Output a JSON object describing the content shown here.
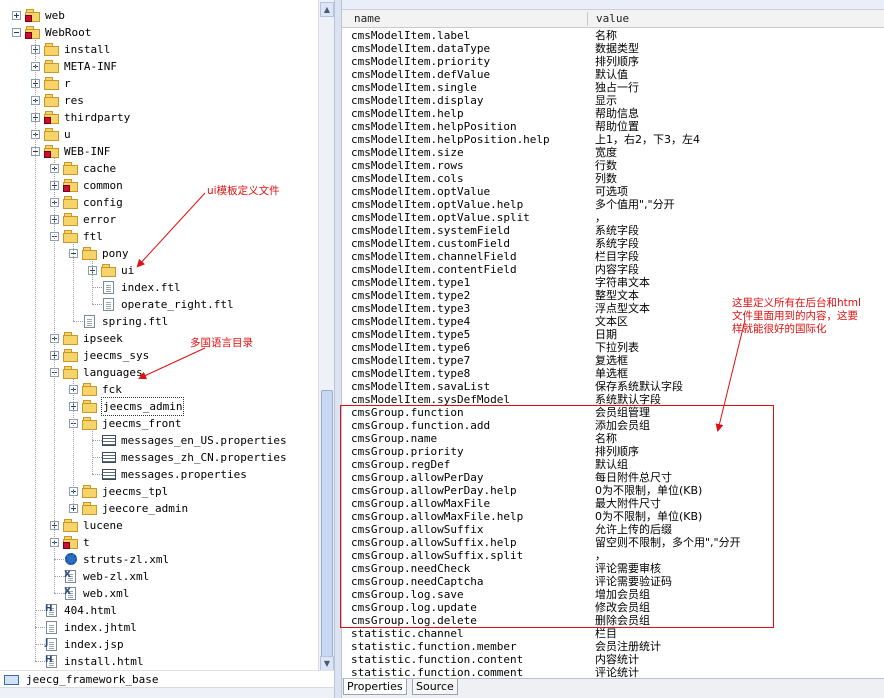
{
  "tree": {
    "items": [
      {
        "label": "web",
        "icon": "folder-error-icon",
        "level": 1,
        "toggle": "plus"
      },
      {
        "label": "WebRoot",
        "icon": "folder-error-icon",
        "level": 1,
        "toggle": "minus"
      },
      {
        "label": "install",
        "icon": "folder-icon",
        "level": 2,
        "toggle": "plus"
      },
      {
        "label": "META-INF",
        "icon": "folder-icon",
        "level": 2,
        "toggle": "plus"
      },
      {
        "label": "r",
        "icon": "folder-icon",
        "level": 2,
        "toggle": "plus"
      },
      {
        "label": "res",
        "icon": "folder-icon",
        "level": 2,
        "toggle": "plus"
      },
      {
        "label": "thirdparty",
        "icon": "folder-error-icon",
        "level": 2,
        "toggle": "plus"
      },
      {
        "label": "u",
        "icon": "folder-icon",
        "level": 2,
        "toggle": "plus"
      },
      {
        "label": "WEB-INF",
        "icon": "folder-error-icon",
        "level": 2,
        "toggle": "minus"
      },
      {
        "label": "cache",
        "icon": "folder-icon",
        "level": 3,
        "toggle": "plus"
      },
      {
        "label": "common",
        "icon": "folder-error-icon",
        "level": 3,
        "toggle": "plus"
      },
      {
        "label": "config",
        "icon": "folder-icon",
        "level": 3,
        "toggle": "plus"
      },
      {
        "label": "error",
        "icon": "folder-icon",
        "level": 3,
        "toggle": "plus"
      },
      {
        "label": "ftl",
        "icon": "folder-icon",
        "level": 3,
        "toggle": "minus"
      },
      {
        "label": "pony",
        "icon": "folder-icon",
        "level": 4,
        "toggle": "minus"
      },
      {
        "label": "ui",
        "icon": "folder-icon",
        "level": 5,
        "toggle": "plus"
      },
      {
        "label": "index.ftl",
        "icon": "file-icon",
        "level": 5,
        "toggle": "none"
      },
      {
        "label": "operate_right.ftl",
        "icon": "file-icon",
        "level": 5,
        "toggle": "none"
      },
      {
        "label": "spring.ftl",
        "icon": "file-icon",
        "level": 4,
        "toggle": "none"
      },
      {
        "label": "ipseek",
        "icon": "folder-icon",
        "level": 3,
        "toggle": "plus"
      },
      {
        "label": "jeecms_sys",
        "icon": "folder-icon",
        "level": 3,
        "toggle": "plus"
      },
      {
        "label": "languages",
        "icon": "folder-icon",
        "level": 3,
        "toggle": "minus"
      },
      {
        "label": "fck",
        "icon": "folder-icon",
        "level": 4,
        "toggle": "plus"
      },
      {
        "label": "jeecms_admin",
        "icon": "folder-icon",
        "level": 4,
        "toggle": "plus",
        "selected": true
      },
      {
        "label": "jeecms_front",
        "icon": "folder-icon",
        "level": 4,
        "toggle": "minus"
      },
      {
        "label": "messages_en_US.properties",
        "icon": "properties-file-icon",
        "level": 5,
        "toggle": "none"
      },
      {
        "label": "messages_zh_CN.properties",
        "icon": "properties-file-icon",
        "level": 5,
        "toggle": "none"
      },
      {
        "label": "messages.properties",
        "icon": "properties-file-icon",
        "level": 5,
        "toggle": "none"
      },
      {
        "label": "jeecms_tpl",
        "icon": "folder-icon",
        "level": 4,
        "toggle": "plus"
      },
      {
        "label": "jeecore_admin",
        "icon": "folder-icon",
        "level": 4,
        "toggle": "plus"
      },
      {
        "label": "lucene",
        "icon": "folder-icon",
        "level": 3,
        "toggle": "plus"
      },
      {
        "label": "t",
        "icon": "folder-error-icon",
        "level": 3,
        "toggle": "plus"
      },
      {
        "label": "struts-zl.xml",
        "icon": "gear-icon",
        "level": 3,
        "toggle": "none"
      },
      {
        "label": "web-zl.xml",
        "icon": "xml-file-icon",
        "level": 3,
        "toggle": "none"
      },
      {
        "label": "web.xml",
        "icon": "xml-file-icon",
        "level": 3,
        "toggle": "none"
      },
      {
        "label": "404.html",
        "icon": "html-file-icon",
        "level": 2,
        "toggle": "none"
      },
      {
        "label": "index.jhtml",
        "icon": "file-icon",
        "level": 2,
        "toggle": "none"
      },
      {
        "label": "index.jsp",
        "icon": "jsp-file-icon",
        "level": 2,
        "toggle": "none"
      },
      {
        "label": "install.html",
        "icon": "html-file-icon",
        "level": 2,
        "toggle": "none"
      }
    ],
    "project": {
      "label": "jeecg_framework_base",
      "icon": "project-icon"
    }
  },
  "table": {
    "header": {
      "name": "name",
      "value": "value"
    },
    "rows": [
      {
        "name": "cmsModelItem.label",
        "value": "名称"
      },
      {
        "name": "cmsModelItem.dataType",
        "value": "数据类型"
      },
      {
        "name": "cmsModelItem.priority",
        "value": "排列顺序"
      },
      {
        "name": "cmsModelItem.defValue",
        "value": "默认值"
      },
      {
        "name": "cmsModelItem.single",
        "value": "独占一行"
      },
      {
        "name": "cmsModelItem.display",
        "value": "显示"
      },
      {
        "name": "cmsModelItem.help",
        "value": "帮助信息"
      },
      {
        "name": "cmsModelItem.helpPosition",
        "value": "帮助位置"
      },
      {
        "name": "cmsModelItem.helpPosition.help",
        "value": "上1，右2，下3，左4"
      },
      {
        "name": "cmsModelItem.size",
        "value": "宽度"
      },
      {
        "name": "cmsModelItem.rows",
        "value": "行数"
      },
      {
        "name": "cmsModelItem.cols",
        "value": "列数"
      },
      {
        "name": "cmsModelItem.optValue",
        "value": "可选项"
      },
      {
        "name": "cmsModelItem.optValue.help",
        "value": "多个值用\",\"分开"
      },
      {
        "name": "cmsModelItem.optValue.split",
        "value": "，"
      },
      {
        "name": "cmsModelItem.systemField",
        "value": "系统字段"
      },
      {
        "name": "cmsModelItem.customField",
        "value": "系统字段"
      },
      {
        "name": "cmsModelItem.channelField",
        "value": "栏目字段"
      },
      {
        "name": "cmsModelItem.contentField",
        "value": "内容字段"
      },
      {
        "name": "cmsModelItem.type1",
        "value": "字符串文本"
      },
      {
        "name": "cmsModelItem.type2",
        "value": "整型文本"
      },
      {
        "name": "cmsModelItem.type3",
        "value": "浮点型文本"
      },
      {
        "name": "cmsModelItem.type4",
        "value": "文本区"
      },
      {
        "name": "cmsModelItem.type5",
        "value": "日期"
      },
      {
        "name": "cmsModelItem.type6",
        "value": "下拉列表"
      },
      {
        "name": "cmsModelItem.type7",
        "value": "复选框"
      },
      {
        "name": "cmsModelItem.type8",
        "value": "单选框"
      },
      {
        "name": "cmsModelItem.savaList",
        "value": "保存系统默认字段"
      },
      {
        "name": "cmsModelItem.sysDefModel",
        "value": "系统默认字段"
      },
      {
        "name": "cmsGroup.function",
        "value": "会员组管理"
      },
      {
        "name": "cmsGroup.function.add",
        "value": "添加会员组"
      },
      {
        "name": "cmsGroup.name",
        "value": "名称"
      },
      {
        "name": "cmsGroup.priority",
        "value": "排列顺序"
      },
      {
        "name": "cmsGroup.regDef",
        "value": "默认组"
      },
      {
        "name": "cmsGroup.allowPerDay",
        "value": "每日附件总尺寸"
      },
      {
        "name": "cmsGroup.allowPerDay.help",
        "value": "0为不限制，单位(KB)"
      },
      {
        "name": "cmsGroup.allowMaxFile",
        "value": "最大附件尺寸"
      },
      {
        "name": "cmsGroup.allowMaxFile.help",
        "value": "0为不限制，单位(KB)"
      },
      {
        "name": "cmsGroup.allowSuffix",
        "value": "允许上传的后缀"
      },
      {
        "name": "cmsGroup.allowSuffix.help",
        "value": "留空则不限制，多个用\",\"分开"
      },
      {
        "name": "cmsGroup.allowSuffix.split",
        "value": "，"
      },
      {
        "name": "cmsGroup.needCheck",
        "value": "评论需要审核"
      },
      {
        "name": "cmsGroup.needCaptcha",
        "value": "评论需要验证码"
      },
      {
        "name": "cmsGroup.log.save",
        "value": "增加会员组"
      },
      {
        "name": "cmsGroup.log.update",
        "value": "修改会员组"
      },
      {
        "name": "cmsGroup.log.delete",
        "value": "删除会员组"
      },
      {
        "name": "statistic.channel",
        "value": "栏目"
      },
      {
        "name": "statistic.function.member",
        "value": "会员注册统计"
      },
      {
        "name": "statistic.function.content",
        "value": "内容统计"
      },
      {
        "name": "statistic.function.comment",
        "value": "评论统计"
      }
    ],
    "tabs": [
      {
        "label": "Properties",
        "active": true
      },
      {
        "label": "Source",
        "active": false
      }
    ]
  },
  "annotations": {
    "ui_template": "ui模板定义文件",
    "languages_dir": "多国语言目录",
    "note_line1": "这里定义所有在后台和html",
    "note_line2": "文件里面用到的内容，这要",
    "note_line3": "样就能很好的国际化"
  },
  "colors": {
    "annotation": "#e01010",
    "folder": "#f7d46a",
    "error_mark": "#c8102e"
  }
}
